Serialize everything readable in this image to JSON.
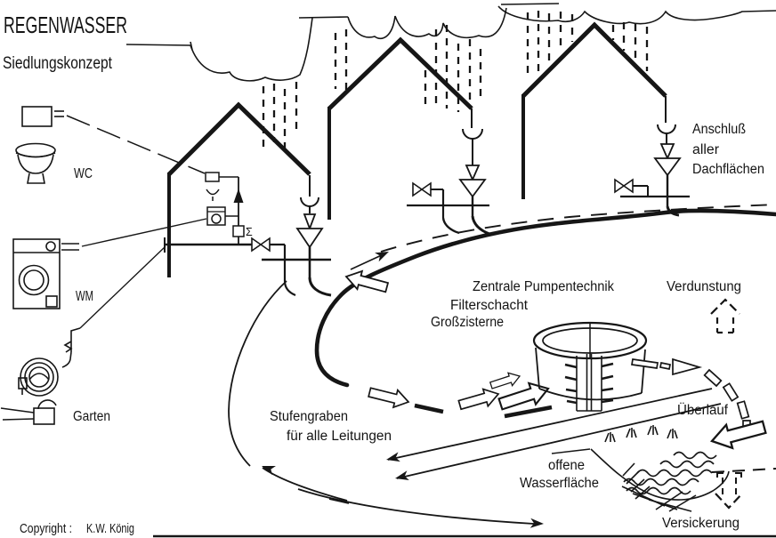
{
  "title": {
    "line1": "REGENWASSER",
    "line2": "Siedlungskonzept"
  },
  "household_icons": {
    "wc": "WC",
    "wm": "WM",
    "garden": "Garten"
  },
  "house_symbols": {
    "pump_sigma": "Σ"
  },
  "labels": {
    "roof_connection_line1": "Anschluß",
    "roof_connection_line2": "aller",
    "roof_connection_line3": "Dachflächen",
    "evaporation": "Verdunstung",
    "central_line1": "Zentrale Pumpentechnik",
    "central_line2": "Filterschacht",
    "central_line3": "Großzisterne",
    "trench_line1": "Stufengraben",
    "trench_line2": "für alle Leitungen",
    "overflow": "Überlauf",
    "open_water_line1": "offene",
    "open_water_line2": "Wasserfläche",
    "infiltration": "Versickerung"
  },
  "footer": {
    "copyright_label": "Copyright :",
    "author": "K.W. König"
  },
  "colors": {
    "ink": "#161616",
    "background": "#ffffff"
  }
}
